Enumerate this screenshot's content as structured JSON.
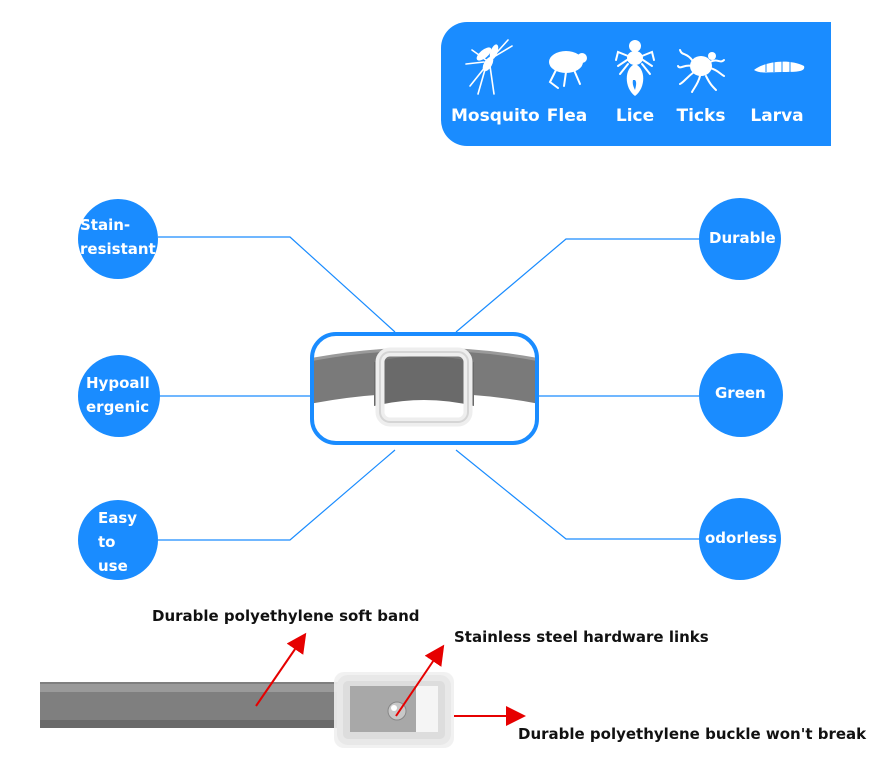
{
  "pests": [
    {
      "label": "Mosquito",
      "icon": "mosquito-icon"
    },
    {
      "label": "Flea",
      "icon": "flea-icon"
    },
    {
      "label": "Lice",
      "icon": "lice-icon"
    },
    {
      "label": "Ticks",
      "icon": "tick-icon"
    },
    {
      "label": "Larva",
      "icon": "larva-icon"
    }
  ],
  "features": {
    "stain_resistant": "Stain-\nresistant",
    "hypoallergenic": "Hypoall\nergenic",
    "easy_to_use": "Easy\nto\nuse",
    "durable": "Durable",
    "green": "Green",
    "odorless": "odorless"
  },
  "callouts": {
    "soft_band": "Durable polyethylene soft band",
    "hardware_links": "Stainless steel hardware links",
    "buckle": "Durable polyethylene buckle won't break"
  },
  "colors": {
    "accent_blue": "#1a8cff",
    "band_gray": "#7a7a7a",
    "arrow_red": "#e60000"
  }
}
